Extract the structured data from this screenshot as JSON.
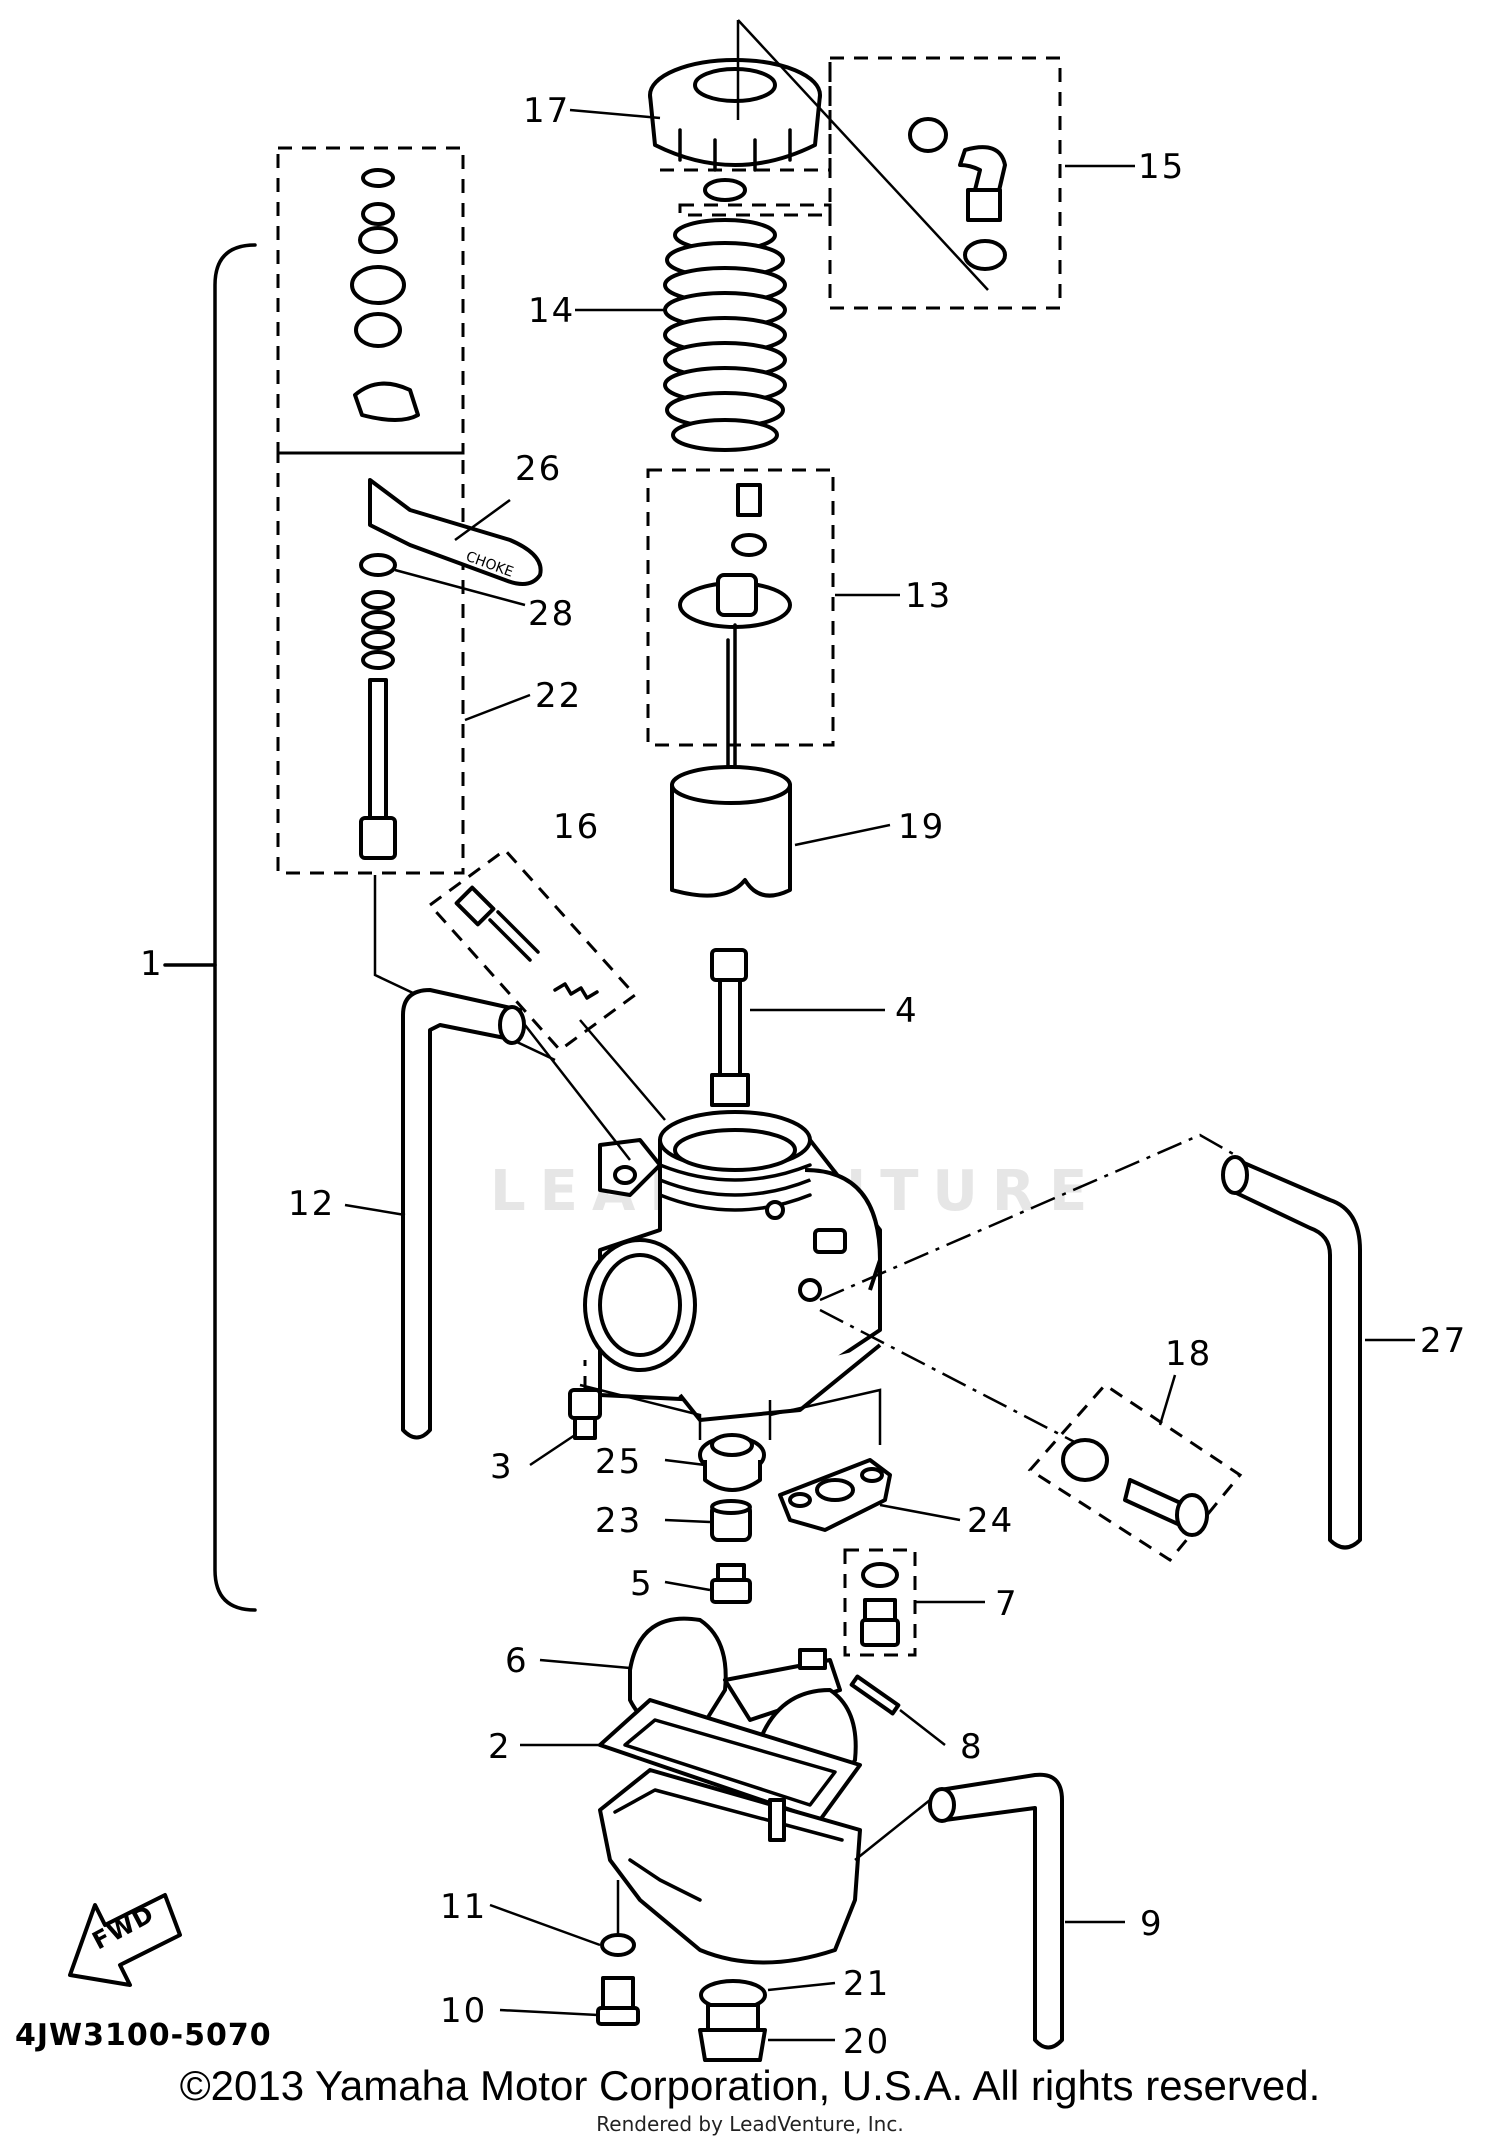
{
  "diagram": {
    "part_code": "4JW3100-5070",
    "watermark": "LEADVENTURE",
    "fwd_label": "FWD",
    "choke_label": "CHOKE",
    "callouts": [
      "1",
      "2",
      "3",
      "4",
      "5",
      "6",
      "7",
      "8",
      "9",
      "10",
      "11",
      "12",
      "13",
      "14",
      "15",
      "16",
      "17",
      "18",
      "19",
      "20",
      "21",
      "22",
      "23",
      "24",
      "25",
      "26",
      "27",
      "28"
    ]
  },
  "footer": {
    "copyright": "©2013 Yamaha Motor Corporation, U.S.A. All rights reserved.",
    "rendered_by": "Rendered by LeadVenture, Inc."
  }
}
